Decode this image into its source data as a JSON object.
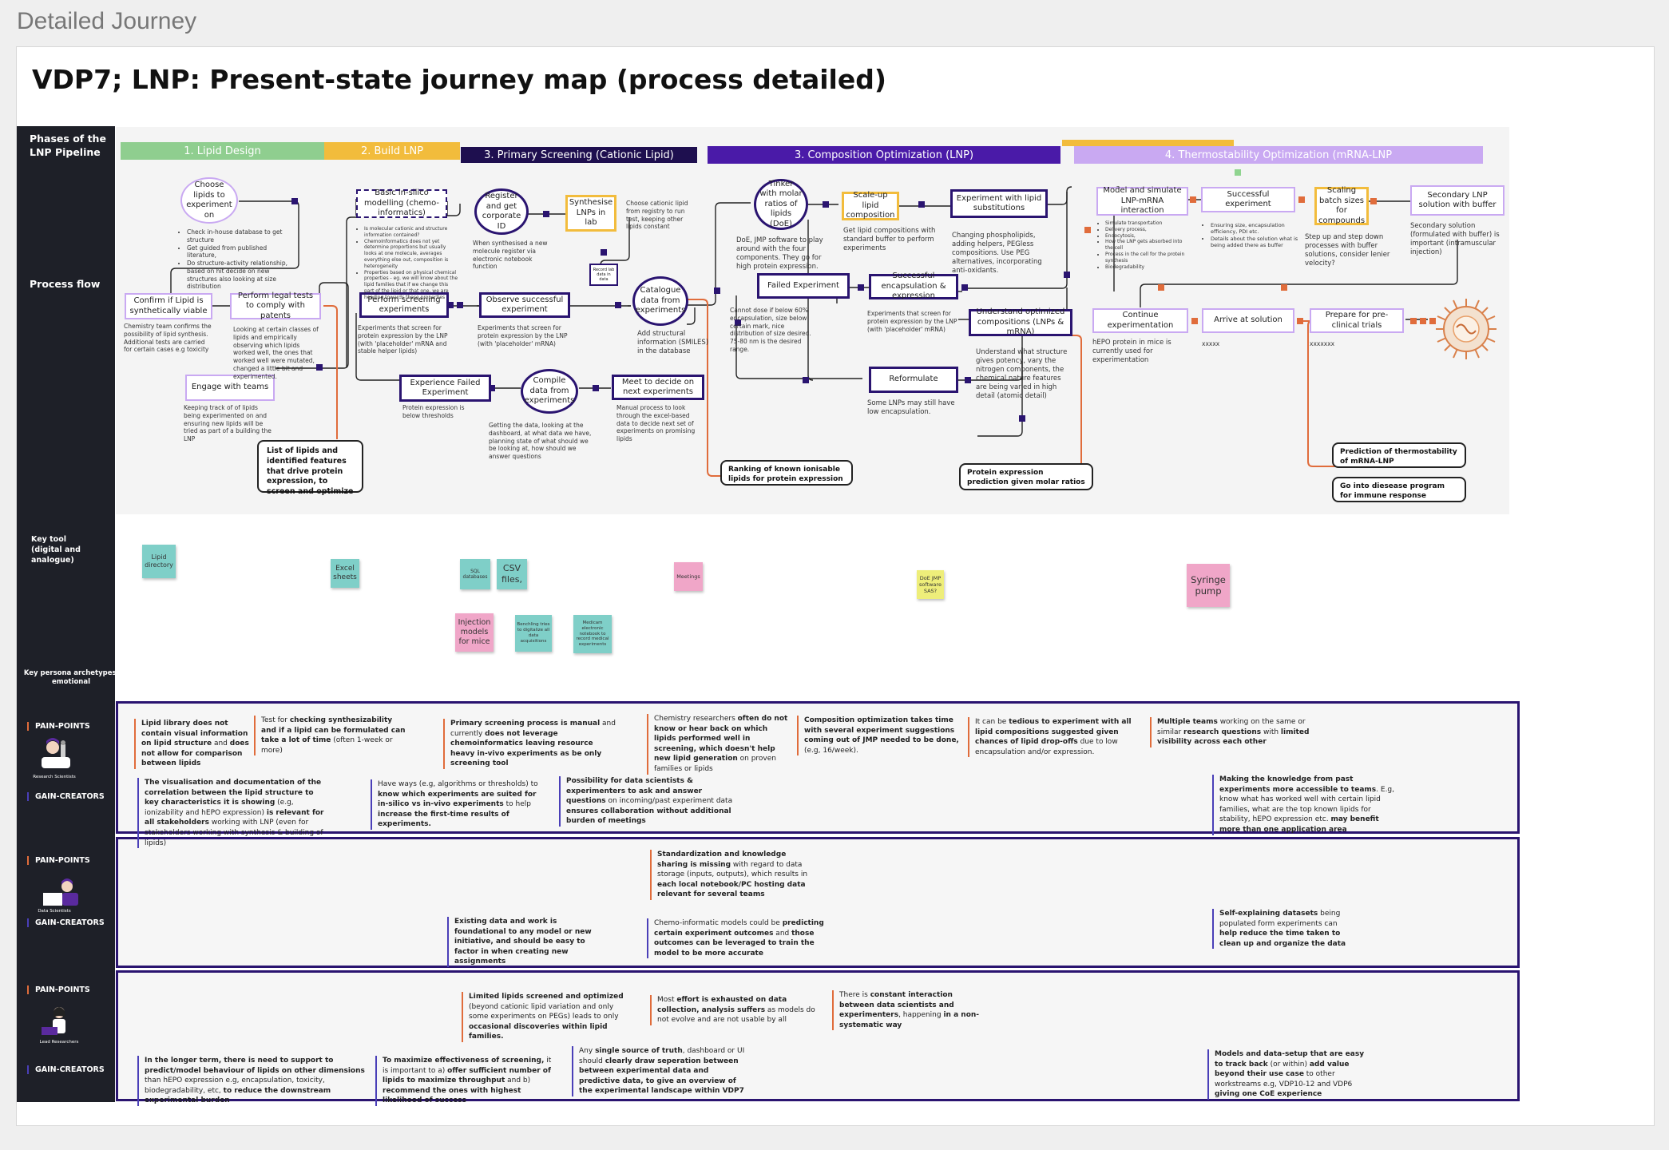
{
  "page_label": "Detailed Journey",
  "title": "VDP7; LNP: Present-state journey map (process detailed)",
  "sidebar": {
    "phases": "Phases of the LNP Pipeline",
    "process_flow": "Process flow",
    "key_tool": "Key tool (digital and analogue)",
    "persona": "Key persona archetypes' emotional",
    "pain_points": "PAIN-POINTS",
    "gain_creators": "GAIN-CREATORS",
    "avatar_1": "Research Scientists",
    "avatar_2": "Data Scientists",
    "avatar_3": "Lead Researchers"
  },
  "phases": [
    {
      "label": "1. Lipid Design",
      "color": "#8fce8f"
    },
    {
      "label": "2. Build LNP",
      "color": "#f2bc3c"
    },
    {
      "label": "3. Primary Screening (Cationic Lipid)",
      "color": "#1e0f4f"
    },
    {
      "label": "3. Composition Optimization (LNP)",
      "color": "#4a1aa8"
    },
    {
      "label": "4. Thermostability Optimization (mRNA-LNP",
      "color": "#c9a9f2"
    }
  ],
  "nodes": {
    "choose_lipids": "Choose lipids to experiment on",
    "confirm_lipid": "Confirm if Lipid is synthetically viable",
    "perform_legal": "Perform legal tests to comply with patents",
    "engage_teams": "Engage with teams",
    "insilico": "Basic in-silico modelling (chemo-informatics)",
    "register": "Register and get corporate ID",
    "synthesise": "Synthesise LNPs in lab",
    "catalogue": "Catalogue data from experiments",
    "perform_screening": "Perform screening experiments",
    "observe_success": "Observe successful experiment",
    "exp_failed": "Experience Failed Experiment",
    "compile": "Compile data from experiments",
    "meet": "Meet to decide on next experiments",
    "tinker": "Tinker with molar ratios of lipids (DoE)",
    "scaleup": "Scale-up lipid composition",
    "exp_substitutions": "Experiment with lipid substitutions",
    "failed_exp": "Failed Experiment",
    "successful_encap": "Successful encapsulation & expression",
    "understand_opt": "Understand optimized compositions (LNPs & mRNA)",
    "reformulate": "Reformulate",
    "model_simulate": "Model and simulate LNP-mRNA interaction",
    "successful_exp": "Successful experiment",
    "scaling_batch": "Scaling batch sizes for compounds",
    "secondary_lnp": "Secondary LNP solution with buffer",
    "continue_exp": "Continue experimentation",
    "arrive_solution": "Arrive at solution",
    "prepare_trials": "Prepare for pre-clinical trials",
    "small_box": "Record lab data in data"
  },
  "notes": {
    "choose_lipids": [
      "Check in-house database to get structure",
      "Get guided from published literature,",
      "Do structure-activity relationship, based on hit decide on new structures also looking at size distribution"
    ],
    "confirm_lipid": "Chemistry team confirms the possibility of lipid synthesis. Additional tests are carried for certain cases e.g toxicity",
    "perform_legal": "Looking at certain classes of lipids and empirically observing which lipids worked well, the ones that worked well were mutated, changed a little bit and experimented.",
    "engage_teams": "Keeping track of of lipids being experimented on and ensuring new lipids will be tried as part of a building the LNP",
    "insilico": [
      "Is molecular cationic and structure information contained?",
      "ChemoInformatics does not yet determine proportions but usually looks at one molecule, averages everything else out, composition is heterogeneity",
      "Properties based on physical chemical properties - eg. we will know about the lipid families that if we change this part of the lipid or that one, we are heading towards these properties"
    ],
    "register": "When synthesised a new molecule register via electronic notebook function",
    "synthesise": "Choose cationic lipid from registry to run test, keeping other lipids constant",
    "catalogue": "Add structural information (SMILES) in the database",
    "perform_screening": "Experiments that screen for protein expression by the LNP (with 'placeholder' mRNA and stable helper lipids)",
    "observe_success": "Experiments that screen for protein expression by the LNP (with 'placeholder' mRNA)",
    "exp_failed": "Protein expression is below thresholds",
    "compile": "Getting the data, looking at the dashboard, at what data we have, planning state of what should we be looking at, how should we answer questions",
    "meet": "Manual process to look through the excel-based data to decide next set of experiments on promising lipids",
    "tinker": "DoE, JMP software to play around with the four components. They go for high protein expression.",
    "scaleup": "Get lipid compositions with standard buffer to perform experiments",
    "exp_substitutions": "Changing phospholipids, adding helpers, PEGless compositions. Use PEG alternatives, incorporating anti-oxidants.",
    "failed_exp": "Cannot dose if below 60% encapsulation, size below certain mark, nice distribution of size desired. 75-80 nm is the desired range.",
    "successful_encap": "Experiments that screen for protein expression by the LNP (with 'placeholder' mRNA)",
    "understand_opt": "Understand what structure gives potency, vary the nitrogen components, the chemical nature features are being varied in high detail (atomic detail)",
    "reformulate": "Some LNPs may still have low encapsulation.",
    "model_simulate": [
      "Simulate transportation",
      "Delivery process,",
      "Endocytosis,",
      "How the LNP gets absorbed into the cell",
      "Process in the cell for the protein synthesis",
      "Biodegradability"
    ],
    "successful_exp": [
      "Ensuring size, encapsulation efficiency, PDI etc.",
      "Details about the solution what is being added there as buffer"
    ],
    "scaling_batch": "Step up and step down processes with buffer solutions, consider lenier velocity?",
    "secondary_lnp": "Secondary solution (formulated with buffer) is important (intramuscular injection)",
    "continue_exp": "hEPO protein in mice is currently used for experimentation",
    "arrive_solution": "xxxxx",
    "prepare_trials": "xxxxxxx"
  },
  "outcomes": {
    "lipids_features": "List of lipids and identified features that drive protein expression, to screen and optimize",
    "ranking": "Ranking of known ionisable lipids for protein expression",
    "protein_prediction": "Protein expression prediction given molar ratios",
    "thermo_prediction": "Prediction of thermostability of mRNA-LNP",
    "disease_program": "Go into diesease program for immune response"
  },
  "tools": {
    "lipid_directory": "Lipid directory",
    "excel": "Excel sheets",
    "sql": "SQL databases",
    "csv": "CSV files,",
    "meetings": "Meetings",
    "doe": "DoE JMP software SAS?",
    "syringe": "Syringe pump",
    "injection": "Injection models for mice",
    "benchling": "Benchling tries to digitalize all data acquisitions",
    "medicam": "Medicam electronic notebook to record medical experiments",
    "colors": {
      "teal": "#7fcfc8",
      "pink": "#f0a6c8",
      "yellow": "#eeee7a"
    }
  },
  "pain_points": {
    "p1": [
      {
        "t": "Lipid library does not contain visual information on lipid structure",
        "b": true
      },
      {
        "t": " and ",
        "b": false
      },
      {
        "t": "does not allow for comparison between lipids",
        "b": true
      }
    ],
    "p2": [
      {
        "t": "Test for ",
        "b": false
      },
      {
        "t": "checking synthesizability and if a lipid can be formulated can take a lot of time",
        "b": true
      },
      {
        "t": " (often 1-week or more)",
        "b": false
      }
    ],
    "p3": [
      {
        "t": "Primary screening process is manual",
        "b": true
      },
      {
        "t": " and currently ",
        "b": false
      },
      {
        "t": "does not leverage chemoinformatics leaving resource heavy in-vivo experiments as be only screening tool",
        "b": true
      }
    ],
    "p4": [
      {
        "t": "Chemistry researchers ",
        "b": false
      },
      {
        "t": "often do not know or hear back on which lipids performed well in screening, which doesn't help new lipid generation",
        "b": true
      },
      {
        "t": " on proven families or lipids",
        "b": false
      }
    ],
    "p5": [
      {
        "t": "Composition optimization takes time with several experiment suggestions coming out of JMP needed to be done,",
        "b": true
      },
      {
        "t": " (e.g, 16/week).",
        "b": false
      }
    ],
    "p6": [
      {
        "t": "It can be ",
        "b": false
      },
      {
        "t": "tedious to experiment with all lipid compositions suggested given chances of lipid drop-offs",
        "b": true
      },
      {
        "t": " due to low encapsulation and/or expression.",
        "b": false
      }
    ],
    "p7": [
      {
        "t": "Multiple teams",
        "b": true
      },
      {
        "t": " working on the same or similar ",
        "b": false
      },
      {
        "t": "research questions",
        "b": true
      },
      {
        "t": " with ",
        "b": false
      },
      {
        "t": "limited visibility across each other",
        "b": true
      }
    ],
    "g1": [
      {
        "t": "The visualisation and documentation of the correlation between the lipid structure to key characteristics it is showing",
        "b": true
      },
      {
        "t": " (e.g, ionizability and hEPO expression) ",
        "b": false
      },
      {
        "t": "is relevant for all stakeholders",
        "b": true
      },
      {
        "t": " working with LNP  (even for stakeholders working with synthesis & building of lipids)",
        "b": false
      }
    ],
    "g2": [
      {
        "t": "Have ways (e.g, algorithms or thresholds) to ",
        "b": false
      },
      {
        "t": "know which experiments are suited for in-silico vs in-vivo experiments",
        "b": true
      },
      {
        "t": " to help ",
        "b": false
      },
      {
        "t": "increase the first-time results of experiments.",
        "b": true
      }
    ],
    "g3": [
      {
        "t": "Possibility for data scientists & experimenters to ask and answer questions",
        "b": true
      },
      {
        "t": " on incoming/past experiment data ",
        "b": false
      },
      {
        "t": "ensures collaboration without additional burden of meetings",
        "b": true
      }
    ],
    "g4": [
      {
        "t": "Making the knowledge from past experiments more accessible to teams",
        "b": true
      },
      {
        "t": ". E.g, know what has worked well with certain lipid families, what are the top known lipids for stability, hEPO expression etc. ",
        "b": false
      },
      {
        "t": "may benefit more than one application area",
        "b": true
      }
    ],
    "p8": [
      {
        "t": "Standardization and knowledge sharing is missing",
        "b": true
      },
      {
        "t": " with regard to data storage (inputs, outputs), which results in ",
        "b": false
      },
      {
        "t": "each local notebook/PC hosting data relevant for several teams",
        "b": true
      }
    ],
    "g5": [
      {
        "t": "Existing data and work is foundational to any model or new initiative, and should be easy to factor in when creating new assignments",
        "b": true
      }
    ],
    "g6": [
      {
        "t": "Chemo-informatic models could be ",
        "b": false
      },
      {
        "t": "predicting",
        "b": true
      },
      {
        "t": " certain experiment outcomes",
        "b": true
      },
      {
        "t": " and ",
        "b": false
      },
      {
        "t": "those outcomes can be leveraged to train the model to be more accurate",
        "b": true
      }
    ],
    "g7": [
      {
        "t": "Self-explaining datasets",
        "b": true
      },
      {
        "t": " being populated form experiments can ",
        "b": false
      },
      {
        "t": "help reduce the time taken to clean up and organize the data",
        "b": true
      }
    ],
    "p9": [
      {
        "t": "Limited lipids screened and optimized",
        "b": true
      },
      {
        "t": " (beyond cationic lipid variation and only some experiments on PEGs) leads to only ",
        "b": false
      },
      {
        "t": "occasional discoveries within lipid families.",
        "b": true
      }
    ],
    "p10": [
      {
        "t": "Most ",
        "b": false
      },
      {
        "t": "effort is exhausted on data collection, analysis suffers",
        "b": true
      },
      {
        "t": " as models do not evolve and are not usable by all",
        "b": false
      }
    ],
    "p11": [
      {
        "t": "There is ",
        "b": false
      },
      {
        "t": "constant interaction between data scientists and experimenters",
        "b": true
      },
      {
        "t": ", happening ",
        "b": false
      },
      {
        "t": "in a non-systematic way",
        "b": true
      }
    ],
    "g8": [
      {
        "t": "In the longer term, there is need to support to predict/model behaviour of lipids on other dimensions",
        "b": true
      },
      {
        "t": " than hEPO expression e.g, encapsulation, toxicity, biodegradability, etc, ",
        "b": false
      },
      {
        "t": "to reduce the downstream experimental burden",
        "b": true
      }
    ],
    "g9": [
      {
        "t": "To maximize effectiveness of screening,",
        "b": true
      },
      {
        "t": " it is important to a) ",
        "b": false
      },
      {
        "t": "offer sufficient number of lipids to maximize throughput",
        "b": true
      },
      {
        "t": " and b) ",
        "b": false
      },
      {
        "t": "recommend the ones with highest likelihood of success",
        "b": true
      }
    ],
    "g10": [
      {
        "t": "Any ",
        "b": false
      },
      {
        "t": "single source of truth",
        "b": true
      },
      {
        "t": ", dashboard or UI should ",
        "b": false
      },
      {
        "t": "clearly draw seperation between between experimental data and predictive data, to give an overview of the experimental landscape within VDP7",
        "b": true
      }
    ],
    "g11": [
      {
        "t": "Models and data-setup that are easy to track back",
        "b": true
      },
      {
        "t": " (or within) ",
        "b": false
      },
      {
        "t": "add value beyond their use case",
        "b": true
      },
      {
        "t": " to other workstreams e.g, VDP10-12 and VDP6 ",
        "b": false
      },
      {
        "t": "giving one CoE experience",
        "b": true
      }
    ]
  }
}
